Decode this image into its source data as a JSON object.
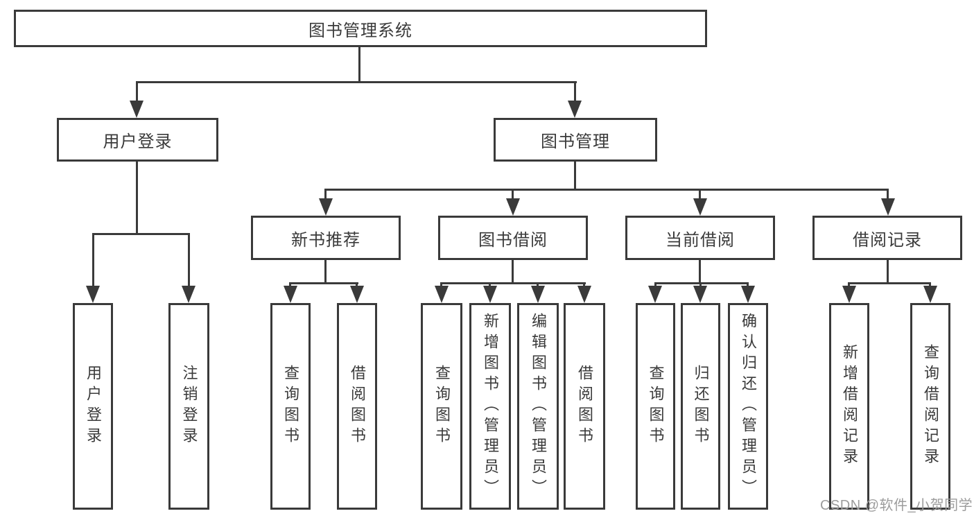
{
  "tree": {
    "root": {
      "label": "图书管理系统",
      "children": [
        {
          "label": "用户登录",
          "children": [
            {
              "label": "用户登录"
            },
            {
              "label": "注销登录"
            }
          ]
        },
        {
          "label": "图书管理",
          "children": [
            {
              "label": "新书推荐",
              "children": [
                {
                  "label": "查询图书"
                },
                {
                  "label": "借阅图书"
                }
              ]
            },
            {
              "label": "图书借阅",
              "children": [
                {
                  "label": "查询图书"
                },
                {
                  "label": "新增图书（管理员）"
                },
                {
                  "label": "编辑图书（管理员）"
                },
                {
                  "label": "借阅图书"
                }
              ]
            },
            {
              "label": "当前借阅",
              "children": [
                {
                  "label": "查询图书"
                },
                {
                  "label": "归还图书"
                },
                {
                  "label": "确认归还（管理员）"
                }
              ]
            },
            {
              "label": "借阅记录",
              "children": [
                {
                  "label": "新增借阅记录"
                },
                {
                  "label": "查询借阅记录"
                }
              ]
            }
          ]
        }
      ]
    }
  },
  "watermark": {
    "text": "CSDN @软件_小贺同学"
  },
  "colors": {
    "line": "#3a3a3a",
    "text": "#3a3a3a",
    "box_background": "#ffffff",
    "page_background": "#ffffff",
    "watermark": "#9c9c9c"
  }
}
